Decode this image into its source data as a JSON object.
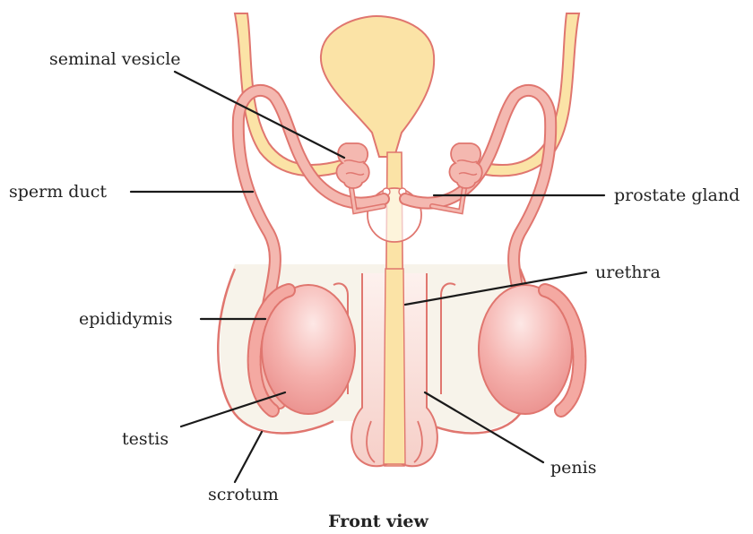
{
  "labels": {
    "seminal_vesicle": "seminal vesicle",
    "sperm_duct": "sperm duct",
    "prostate_gland": "prostate gland",
    "urethra": "urethra",
    "epididymis": "epididymis",
    "testis": "testis",
    "penis": "penis",
    "scrotum": "scrotum"
  },
  "caption": "Front view",
  "colors": {
    "bladder_and_urethra": "#fbe3a6",
    "duct_fill": "#f4b8b0",
    "duct_outline": "#e0766f",
    "testis_fill": "#f3a3a0",
    "testis_highlight": "#fde8e6",
    "scrotum_shading": "#f7f3ea",
    "leader_lines": "#1a1a1a"
  }
}
